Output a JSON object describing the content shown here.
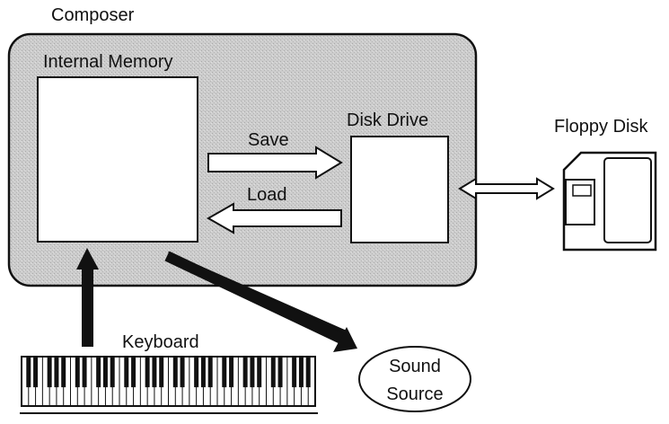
{
  "labels": {
    "composer": "Composer",
    "internal_memory": "Internal Memory",
    "disk_drive": "Disk Drive",
    "save": "Save",
    "load": "Load",
    "floppy_disk": "Floppy Disk",
    "keyboard": "Keyboard",
    "sound_source_line1": "Sound",
    "sound_source_line2": "Source"
  },
  "colors": {
    "composer_fill": "#c9c9c9",
    "outline": "#111111",
    "box_fill": "#ffffff"
  }
}
